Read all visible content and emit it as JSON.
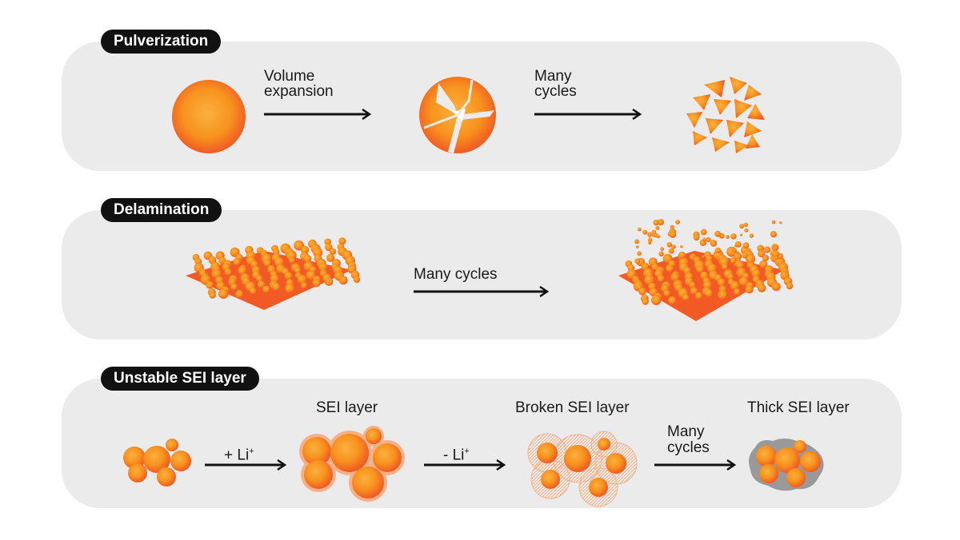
{
  "colors": {
    "panel": "#ebebeb",
    "tag_bg": "#111111",
    "particle": "#f7931e",
    "particle_dark": "#f05a22",
    "sei_broken": "#f4b48a",
    "sei_thick": "#9a9a9a",
    "arrow": "#111111"
  },
  "sections": [
    {
      "title": "Pulverization",
      "labels": {
        "arrow1_line1": "Volume",
        "arrow1_line2": "expansion",
        "arrow2_line1": "Many",
        "arrow2_line2": "cycles"
      }
    },
    {
      "title": "Delamination",
      "labels": {
        "arrow1": "Many cycles"
      }
    },
    {
      "title": "Unstable SEI layer",
      "labels": {
        "arrow1": "+ Li",
        "arrow1_sup": "+",
        "arrow2": "- Li",
        "arrow2_sup": "+",
        "arrow3_line1": "Many",
        "arrow3_line2": "cycles",
        "stage2": "SEI layer",
        "stage3": "Broken SEI layer",
        "stage4": "Thick SEI layer"
      }
    }
  ]
}
